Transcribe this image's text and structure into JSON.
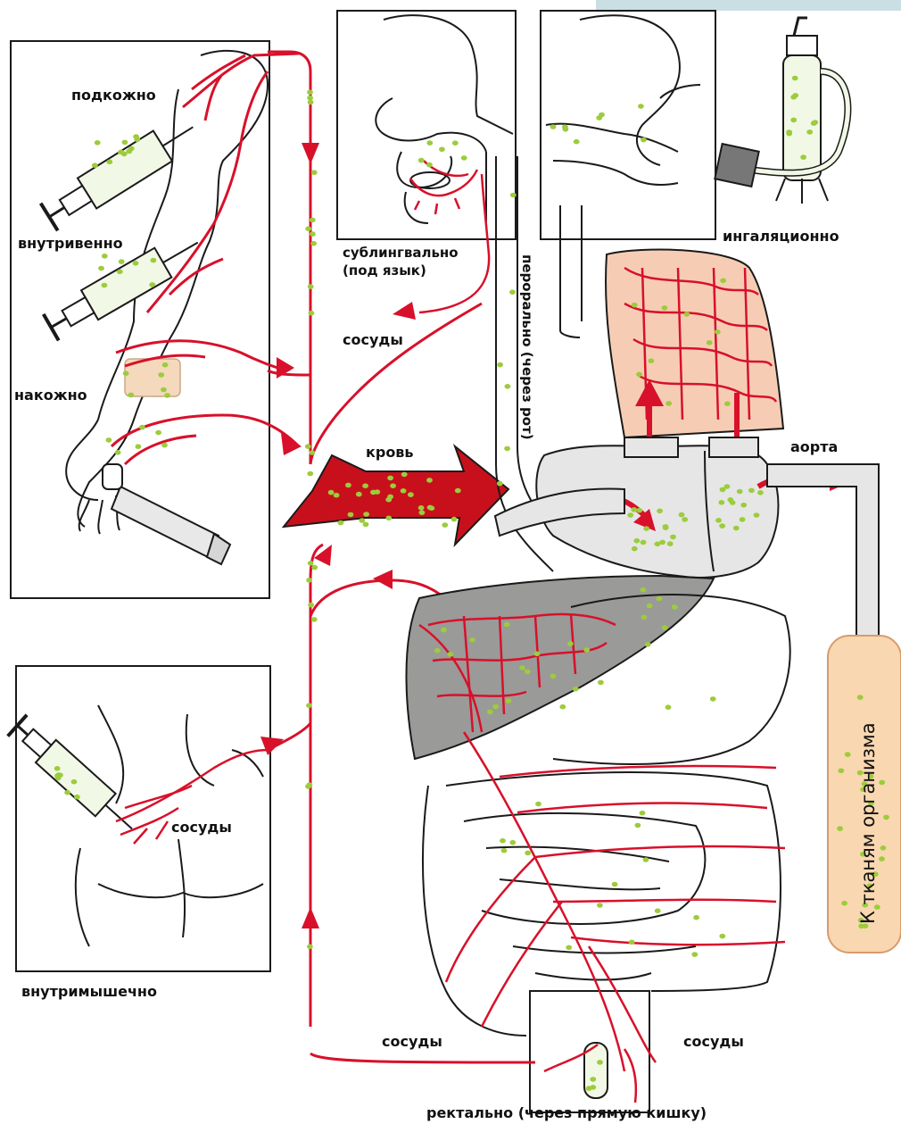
{
  "colors": {
    "vessel": "#d8102a",
    "particle": "#9ccc3c",
    "blood_arrow": "#c8101c",
    "lung_fill": "#f6cdb4",
    "liver_fill": "#9a9a98",
    "tissue_fill": "#f9d7b0",
    "heart_fill": "#e6e6e6",
    "outline": "#1a1a1a",
    "top_bar": "#c9dfe4"
  },
  "routes": {
    "subcutaneous": "подкожно",
    "intravenous": "внутривенно",
    "cutaneous": "накожно",
    "intramuscular": "внутримышечно",
    "sublingual_line1": "сублингвально",
    "sublingual_line2": "(под язык)",
    "oral": "перорально (через рот)",
    "inhalation": "ингаляционно",
    "rectal": "ректально (через прямую кишку)"
  },
  "labels": {
    "vessels_upper": "сосуды",
    "vessels_muscle": "сосуды",
    "vessels_rectal_left": "сосуды",
    "vessels_rectal_right": "сосуды",
    "blood": "кровь",
    "aorta": "аорта",
    "to_tissues": "К тканям организма"
  }
}
